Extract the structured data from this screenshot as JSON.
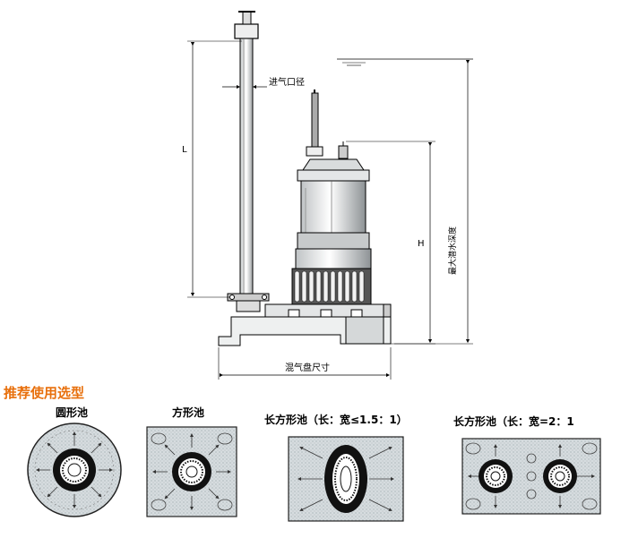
{
  "diagram": {
    "labels": {
      "inlet_diameter": "进气口径",
      "length_L": "L",
      "height_H": "H",
      "max_depth": "最大潜水深度",
      "disk_size": "混气盘尺寸"
    }
  },
  "section": {
    "title": "推荐使用选型",
    "panels": [
      {
        "title": "圆形池"
      },
      {
        "title": "方形池"
      },
      {
        "title": "长方形池（长：宽≤1.5：1）"
      },
      {
        "title": "长方形池（长：宽=2：1"
      }
    ]
  }
}
